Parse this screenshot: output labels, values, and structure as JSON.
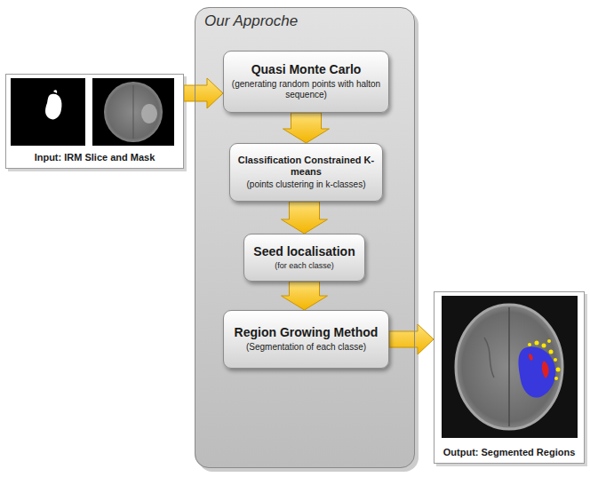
{
  "diagram": {
    "nodes": [
      {
        "text": [
          "Input: IRM Slice and Mask"
        ]
      },
      {
        "text": [
          "Our Approche"
        ]
      },
      {
        "text": [
          "Quasi Monte Carlo",
          "(generating random points with halton sequence)"
        ],
        "in": 1
      },
      {
        "text": [
          "Classification Constrained K-means",
          "(points clustering in k-classes)"
        ],
        "in": 1
      },
      {
        "text": [
          "Seed localisation",
          "(for each classe)"
        ],
        "in": 1
      },
      {
        "text": [
          "Region Growing Method",
          "(Segmentation of each classe)"
        ],
        "in": 1
      },
      {
        "text": [
          "Output: Segmented Regions"
        ]
      }
    ],
    "edges": [
      {
        "from": 0,
        "to": 2,
        "arrow": "to"
      },
      {
        "from": 2,
        "to": 3,
        "arrow": "to"
      },
      {
        "from": 3,
        "to": 4,
        "arrow": "to"
      },
      {
        "from": 4,
        "to": 5,
        "arrow": "to"
      },
      {
        "from": 5,
        "to": 6,
        "arrow": "to"
      }
    ]
  }
}
